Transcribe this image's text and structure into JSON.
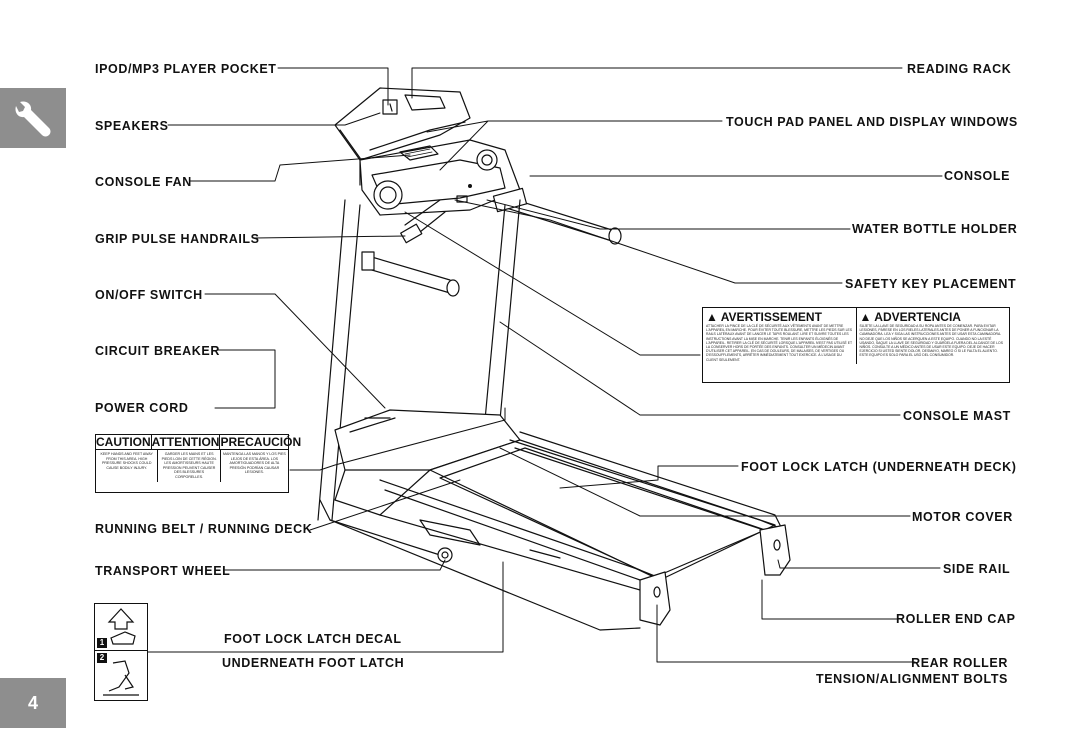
{
  "page_number": "4",
  "labels_left": {
    "ipod_pocket": "IPOD/MP3 PLAYER POCKET",
    "speakers": "SPEAKERS",
    "console_fan": "CONSOLE FAN",
    "grip_pulse": "GRIP PULSE HANDRAILS",
    "on_off": "ON/OFF SWITCH",
    "circuit_breaker": "CIRCUIT BREAKER",
    "power_cord": "POWER CORD",
    "running_belt": "RUNNING BELT / RUNNING DECK",
    "transport_wheel": "TRANSPORT WHEEL",
    "foot_lock_decal": "FOOT LOCK LATCH DECAL",
    "underneath_foot_latch": "UNDERNEATH FOOT LATCH"
  },
  "labels_right": {
    "reading_rack": "READING RACK",
    "touch_pad": "TOUCH PAD PANEL AND DISPLAY WINDOWS",
    "console": "CONSOLE",
    "water_bottle": "WATER BOTTLE HOLDER",
    "safety_key": "SAFETY KEY PLACEMENT",
    "console_mast": "CONSOLE MAST",
    "foot_lock_latch": "FOOT LOCK LATCH (UNDERNEATH DECK)",
    "motor_cover": "MOTOR COVER",
    "side_rail": "SIDE RAIL",
    "roller_end_cap": "ROLLER END CAP",
    "rear_roller_1": "REAR ROLLER",
    "rear_roller_2": "TENSION/ALIGNMENT BOLTS"
  },
  "caution_decal": {
    "h1": "CAUTION",
    "h2": "ATTENTION",
    "h3": "PRECAUCIÓN",
    "t1": "KEEP HANDS AND FEET AWAY FROM THIS AREA. HIGH PRESSURE SHOCKS COULD CAUSE BODILY INJURY.",
    "t2": "GARDER LES MAINS ET LES PIEDS LOIN DE CETTE RÉGION. LES AMORTISSEURS HAUTE PRESSION PEUVENT CAUSER DES BLESSURES CORPORELLES.",
    "t3": "MANTENGA LAS MANOS Y LOS PIES LEJOS DE ESTA ÁREA. LOS AMORTIGUADORES DE ALTA PRESIÓN PODRÍAN CAUSAR LESIONES."
  },
  "warning_decal": {
    "h1": "AVERTISSEMENT",
    "h2": "ADVERTENCIA",
    "t1": "ATTACHER LA PINCE DE LA CLÉ DE SÉCURITÉ AUX VÊTEMENTS AVANT DE METTRE L'APPAREIL EN MARCHE. POUR ÉVITER TOUTE BLESSURE, METTRE LES PIEDS SUR LES RAILS LATÉRAUX AVANT DE LANCER LE TAPIS ROULANT. LIRE ET SUIVRE TOUTES LES INSTRUCTIONS AVANT LA MISE EN MARCHE. TENIR LES ENFANTS ÉLOIGNÉS DE L'APPAREIL. RETIRER LA CLÉ DE SÉCURITÉ LORSQUE L'APPAREIL N'EST PAS UTILISÉ ET LA CONSERVER HORS DE PORTÉE DES ENFANTS. CONSULTER UN MÉDECIN AVANT D'UTILISER CET APPAREIL. EN CAS DE DOULEURS, DE MALAISES, DE VERTIGES OU D'ESSOUFFLEMENTS, ARRÊTER IMMÉDIATEMENT TOUT EXERCICE. À L'USAGE DU CLIENT SEULEMENT.",
    "t2": "SUJETE LA LLAVE DE SEGURIDAD A SU ROPA ANTES DE COMENZAR. PARA EVITAR LESIONES, PÁRESE EN LOS RIELES LATERALES ANTES DE PONER A FUNCIONAR LA CAMINADORA. LEA Y SIGA LAS INSTRUCCIONES ANTES DE USAR ESTA CAMINADORA. NO DEJE QUE LOS NIÑOS SE ACERQUEN A ESTE EQUIPO. CUANDO NO LA ESTÉ USANDO, SAQUE LA LLAVE DE SEGURIDAD Y GUÁRDELA FUERA DEL ALCANCE DE LOS NIÑOS. CONSULTE A UN MÉDICO ANTES DE USAR ESTE EQUIPO. DEJE DE HACER EJERCICIO SI USTED SIENTE DOLOR, DESMAYO, MAREO O SI LE FALTA EL ALIENTO. ESTE EQUIPO ES SOLO PARA EL USO DEL CONSUMIDOR."
  },
  "foot_decal_steps": [
    "1",
    "2"
  ],
  "icons": {
    "side_tab": "wrench-icon",
    "warning": "warning-triangle-icon"
  },
  "colors": {
    "tab_gray": "#8e8e8e",
    "line": "#111111"
  }
}
